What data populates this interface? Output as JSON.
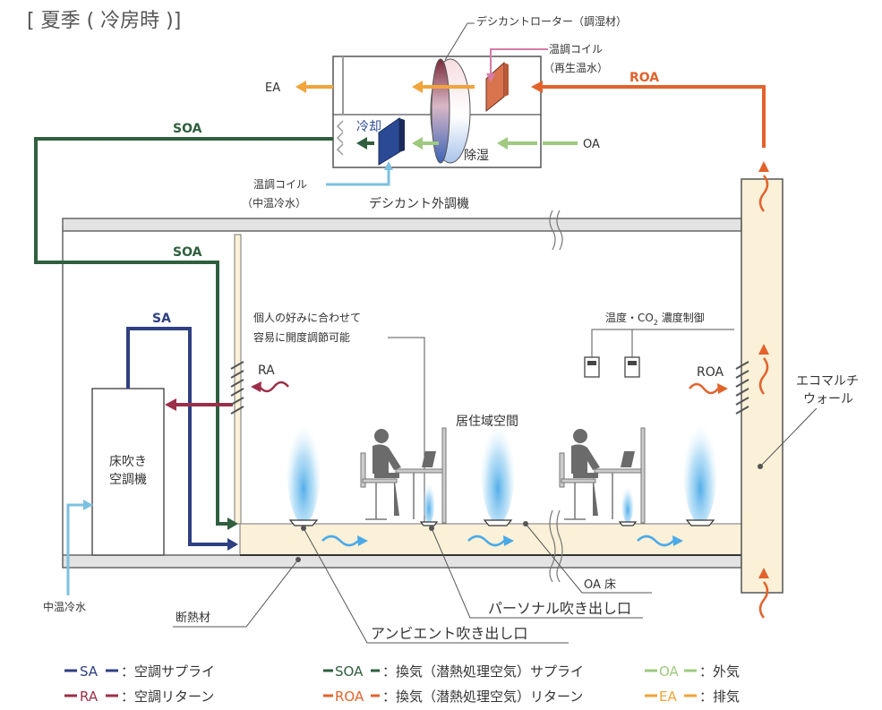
{
  "title": "[ 夏季 ( 冷房時 )]",
  "labels": {
    "desiccant_rotor": "デシカントローター（調湿材）",
    "heating_coil": "温調コイル",
    "regen_hot_water": "（再生温水）",
    "ea": "EA",
    "roa_top": "ROA",
    "soa_top": "SOA",
    "cooling": "冷却",
    "dehumid": "除湿",
    "oa": "OA",
    "temp_coil2": "温調コイル",
    "mid_cold_water_paren": "（中温冷水）",
    "desiccant_unit": "デシカント外調機",
    "soa_mid": "SOA",
    "sa": "SA",
    "personal_line1": "個人の好みに合わせて",
    "personal_line2": "容易に開度調節可能",
    "ra": "RA",
    "temp_co2_a": "温度・CO",
    "temp_co2_sub": "2",
    "temp_co2_b": " 濃度制御",
    "roa_side": "ROA",
    "ecomulti_1": "エコマルチ",
    "ecomulti_2": "ウォール",
    "floor_ac_1": "床吹き",
    "floor_ac_2": "空調機",
    "living_space": "居住域空間",
    "mid_cold_water": "中温冷水",
    "oa_floor": "OA 床",
    "insulation": "断熱材",
    "personal_outlet": "パーソナル吹き出し口",
    "ambient_outlet": "アンビエント吹き出し口"
  },
  "legend": [
    {
      "abbr": "SA",
      "desc": "：空調サプライ",
      "color": "#2e3f82"
    },
    {
      "abbr": "SOA",
      "desc": "：換気（潜熱処理空気）サプライ",
      "color": "#2f5f3e"
    },
    {
      "abbr": "OA",
      "desc": "：外気",
      "color": "#9ec97f"
    },
    {
      "abbr": "RA",
      "desc": "：空調リターン",
      "color": "#9b2f4a"
    },
    {
      "abbr": "ROA",
      "desc": "：換気（潜熱処理空気）リターン",
      "color": "#e2622c"
    },
    {
      "abbr": "EA",
      "desc": "：排気",
      "color": "#f0a43a"
    }
  ],
  "colors": {
    "sa": "#2e3f82",
    "soa": "#2f5f3e",
    "oa": "#9ec97f",
    "ra": "#9b2f4a",
    "roa": "#e2622c",
    "ea": "#f0a43a",
    "coil_water": "#7cc0e0",
    "floor": "#fbf0d8"
  }
}
